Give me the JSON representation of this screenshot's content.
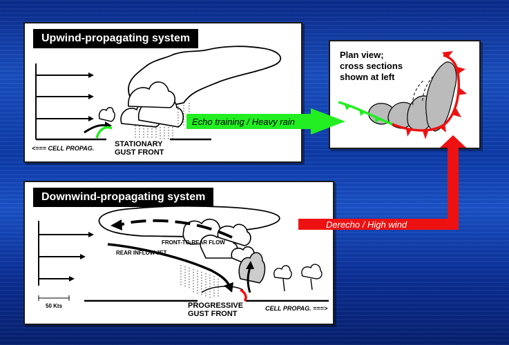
{
  "upwind": {
    "title": "Upwind-propagating system",
    "gust_front": [
      "STATIONARY",
      "GUST FRONT"
    ],
    "cell_propag": "<=== CELL PROPAG."
  },
  "downwind": {
    "title": "Downwind-propagating system",
    "front_to_rear": "FRONT-TO-REAR FLOW",
    "rear_inflow": "REAR INFLOW JET",
    "scale": "50 Kts",
    "gust_front": [
      "PROGRESSIVE",
      "GUST FRONT"
    ],
    "cell_propag": "CELL PROPAG. ===>"
  },
  "plan": {
    "lines": [
      "Plan view;",
      "cross sections",
      "shown at left"
    ]
  },
  "arrows": {
    "green_label": "Echo training / Heavy rain",
    "red_label": "Derecho / High wind"
  },
  "colors": {
    "green": "#22ee22",
    "red": "#ee1111",
    "background": "#1a4fc0"
  }
}
